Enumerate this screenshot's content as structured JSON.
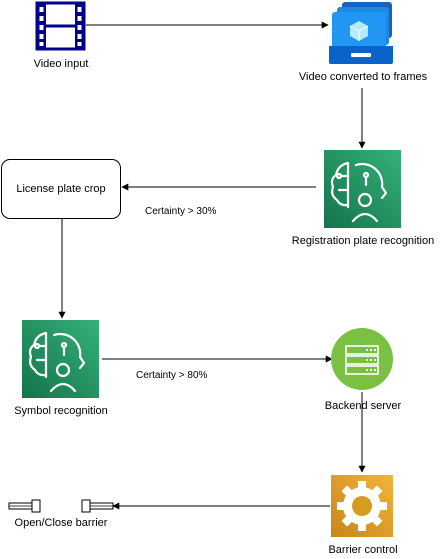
{
  "nodes": {
    "video_input": {
      "label": "Video input"
    },
    "frames": {
      "label": "Video converted to frames"
    },
    "plate_recognition": {
      "label": "Registration plate recognition"
    },
    "plate_crop": {
      "label": "License plate crop"
    },
    "symbol_recognition": {
      "label": "Symbol recognition"
    },
    "backend_server": {
      "label": "Backend server"
    },
    "barrier_control": {
      "label": "Barrier control"
    },
    "barrier": {
      "label": "Open/Close barrier"
    }
  },
  "edges": {
    "certainty_30": "Certainty > 30%",
    "certainty_80": "Certainty > 80%"
  },
  "colors": {
    "ml_green": "#1b8a5a",
    "ml_green_light": "#2ea86e",
    "server_green": "#7ac143",
    "barrier_orange": "#d79b1e",
    "video_blue": "#00008b",
    "frames_blue": "#0a7bd6"
  }
}
